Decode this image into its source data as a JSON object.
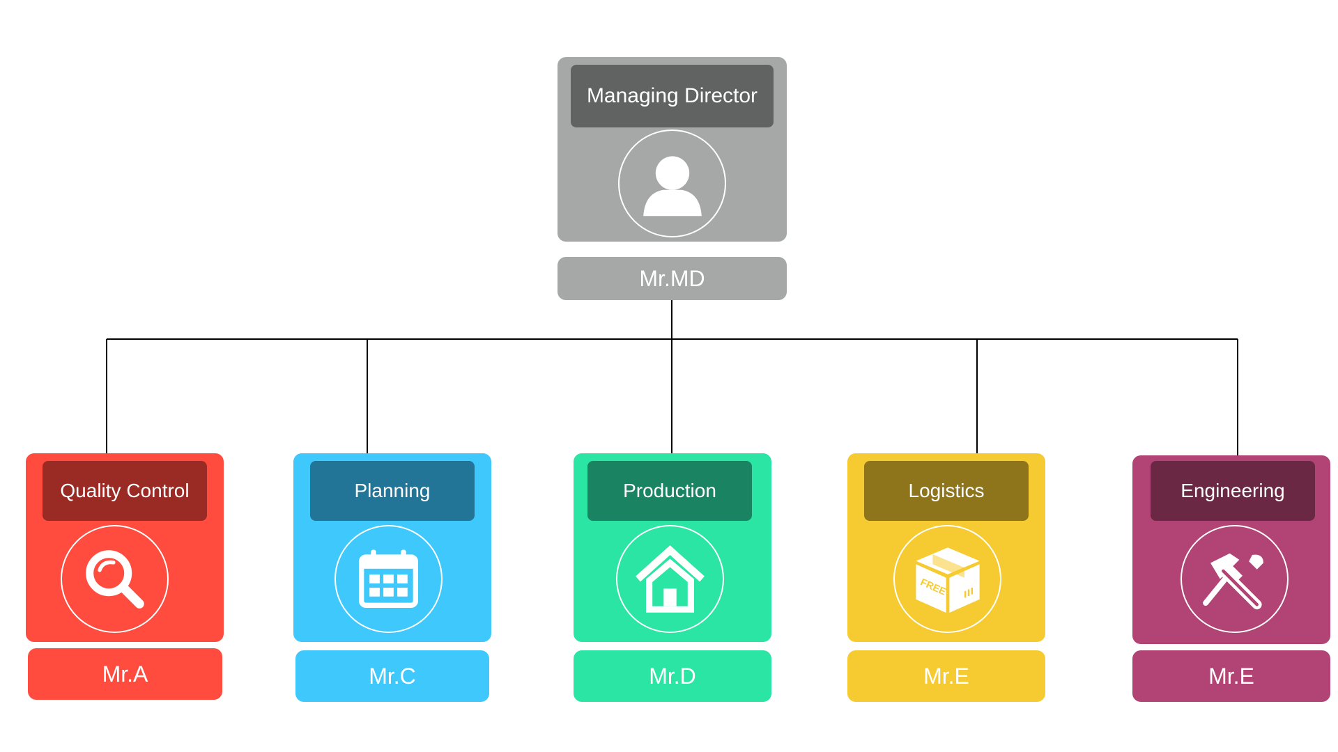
{
  "root": {
    "title": "Managing Director",
    "name": "Mr.MD",
    "icon": "person-icon",
    "colors": {
      "card": "#a6a8a7",
      "title_bg": "#616362",
      "name_plate": "#a6a8a7"
    }
  },
  "departments": [
    {
      "title": "Quality Control",
      "name": "Mr.A",
      "icon": "magnifier-icon",
      "colors": {
        "card": "#ff4c3f",
        "title_bg": "#9a2a24",
        "name_plate": "#ff4c3f"
      }
    },
    {
      "title": "Planning",
      "name": "Mr.C",
      "icon": "calendar-icon",
      "colors": {
        "card": "#3ec8fc",
        "title_bg": "#227596",
        "name_plate": "#3ec8fc"
      }
    },
    {
      "title": "Production",
      "name": "Mr.D",
      "icon": "house-icon",
      "colors": {
        "card": "#2ae5a3",
        "title_bg": "#1a8361",
        "name_plate": "#2ae5a3"
      }
    },
    {
      "title": "Logistics",
      "name": "Mr.E",
      "icon": "box-icon",
      "box_label": "FREE",
      "colors": {
        "card": "#f6ca31",
        "title_bg": "#8e751c",
        "name_plate": "#f6ca31"
      }
    },
    {
      "title": "Engineering",
      "name": "Mr.E",
      "icon": "tools-icon",
      "colors": {
        "card": "#b14474",
        "title_bg": "#6b2845",
        "name_plate": "#b14474"
      }
    }
  ]
}
